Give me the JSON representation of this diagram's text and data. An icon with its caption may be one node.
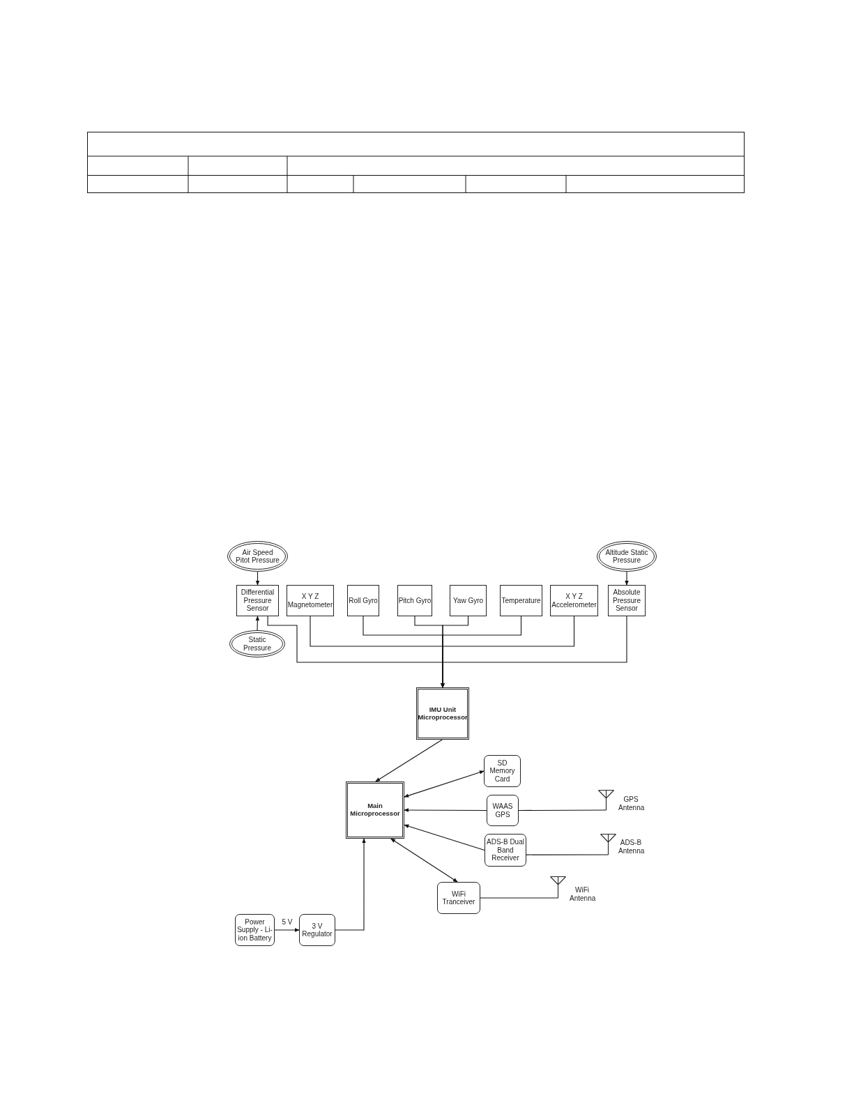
{
  "diagram": {
    "nodes": [
      {
        "text": [
          "Air Speed Pitot Pressure"
        ]
      },
      {
        "text": [
          "Altitude Static Pressure"
        ]
      },
      {
        "text": [
          "Differential Pressure Sensor"
        ]
      },
      {
        "text": [
          "X Y Z Magnetometer"
        ]
      },
      {
        "text": [
          "Roll Gyro"
        ]
      },
      {
        "text": [
          "Pitch Gyro"
        ]
      },
      {
        "text": [
          "Yaw Gyro"
        ]
      },
      {
        "text": [
          "Temperature"
        ]
      },
      {
        "text": [
          "X Y Z Accelerometer"
        ]
      },
      {
        "text": [
          "Absolute Pressure Sensor"
        ]
      },
      {
        "text": [
          "Static Pressure"
        ]
      },
      {
        "text": [
          "IMU Unit Microprocessor"
        ]
      },
      {
        "text": [
          "SD Memory Card"
        ]
      },
      {
        "text": [
          "Main Microprocessor"
        ]
      },
      {
        "text": [
          "WAAS GPS"
        ]
      },
      {
        "text": [],
        "shape": "antenna",
        "beside": [
          "GPS Antenna"
        ]
      },
      {
        "text": [
          "ADS-B Dual Band Receiver"
        ]
      },
      {
        "text": [],
        "shape": "antenna",
        "beside": [
          "ADS-B Antenna"
        ]
      },
      {
        "text": [
          "WiFi Tranceiver"
        ]
      },
      {
        "text": [],
        "shape": "antenna",
        "beside": [
          "WiFi Antenna"
        ]
      },
      {
        "text": [
          "Power Supply - Li-ion Battery"
        ]
      },
      {
        "text": [
          "3 V Regulator"
        ]
      }
    ],
    "edges": [
      {
        "from": 0,
        "to": 2,
        "arrow": "to"
      },
      {
        "from": 10,
        "to": 2,
        "arrow": "to"
      },
      {
        "from": 1,
        "to": 9,
        "arrow": "to"
      },
      {
        "from": 2,
        "to": 11,
        "arrow": "to"
      },
      {
        "from": 3,
        "to": 11,
        "arrow": "to"
      },
      {
        "from": 4,
        "to": 11,
        "arrow": "to"
      },
      {
        "from": 5,
        "to": 11,
        "arrow": "to"
      },
      {
        "from": 6,
        "to": 11,
        "arrow": "to"
      },
      {
        "from": 7,
        "to": 11,
        "arrow": "to"
      },
      {
        "from": 8,
        "to": 11,
        "arrow": "to"
      },
      {
        "from": 9,
        "to": 11,
        "arrow": "to"
      },
      {
        "from": 11,
        "to": 13,
        "arrow": "to"
      },
      {
        "from": 13,
        "to": 12,
        "arrow": "both"
      },
      {
        "from": 14,
        "to": 13,
        "arrow": "to"
      },
      {
        "from": 16,
        "to": 13,
        "arrow": "to"
      },
      {
        "from": 13,
        "to": 18,
        "arrow": "both"
      },
      {
        "from": 14,
        "to": 15,
        "arrow": "none"
      },
      {
        "from": 16,
        "to": 17,
        "arrow": "none"
      },
      {
        "from": 18,
        "to": 19,
        "arrow": "none"
      },
      {
        "from": 20,
        "to": 21,
        "arrow": "to",
        "label": "5 V"
      },
      {
        "from": 21,
        "to": 13,
        "arrow": "to"
      }
    ]
  }
}
